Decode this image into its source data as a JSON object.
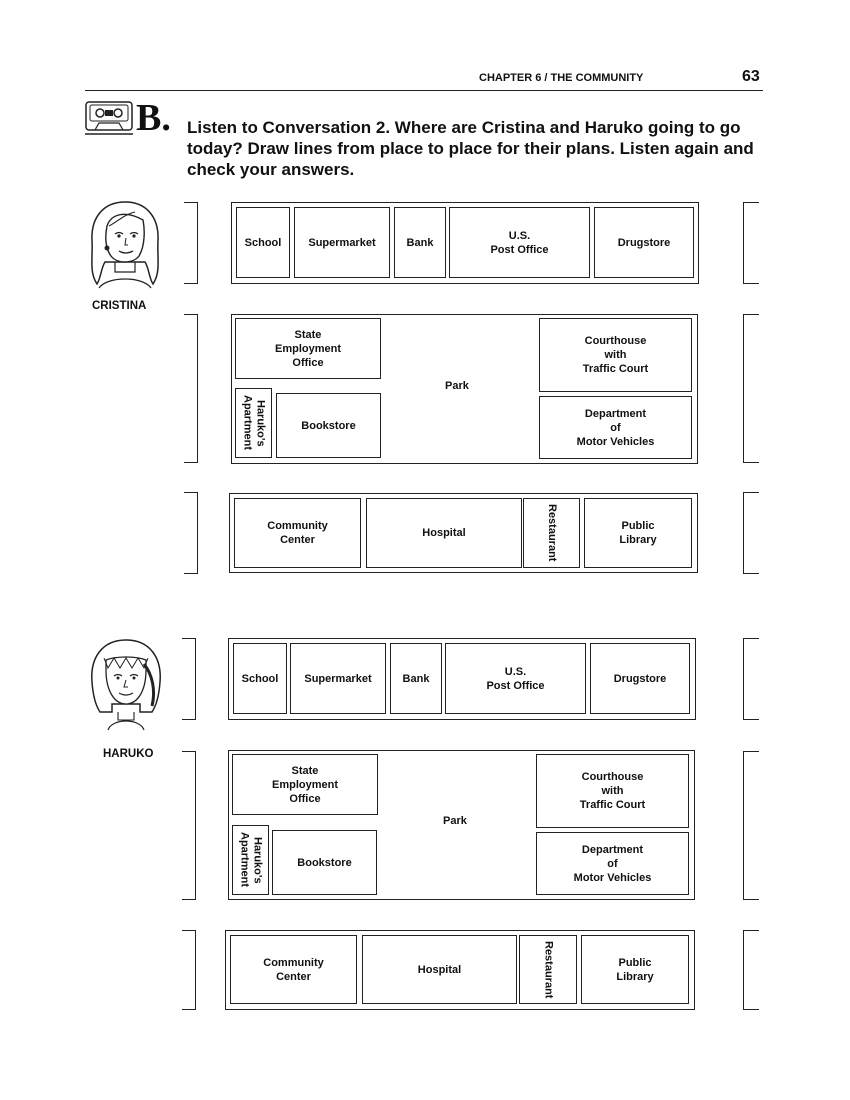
{
  "header": {
    "chapter": "CHAPTER 6 / THE COMMUNITY",
    "page_number": "63"
  },
  "exercise": {
    "letter": "B.",
    "instructions": "Listen to Conversation 2. Where are Cristina and Haruko going to go today? Draw lines from place to place for their plans. Listen again and check your answers.",
    "icon": "cassette-tape-icon"
  },
  "map_labels": {
    "school": "School",
    "supermarket": "Supermarket",
    "bank": "Bank",
    "post_office": "U.S.\nPost Office",
    "drugstore": "Drugstore",
    "state_employment": "State\nEmployment\nOffice",
    "park": "Park",
    "courthouse": "Courthouse\nwith\nTraffic Court",
    "harukos_apartment": "Haruko's\nApartment",
    "bookstore": "Bookstore",
    "dmv": "Department\nof\nMotor Vehicles",
    "community_center": "Community\nCenter",
    "hospital": "Hospital",
    "restaurant": "Restaurant",
    "public_library": "Public\nLibrary"
  },
  "characters": [
    {
      "name": "CRISTINA",
      "portrait": "woman-portrait-icon"
    },
    {
      "name": "HARUKO",
      "portrait": "woman-portrait-icon"
    }
  ]
}
